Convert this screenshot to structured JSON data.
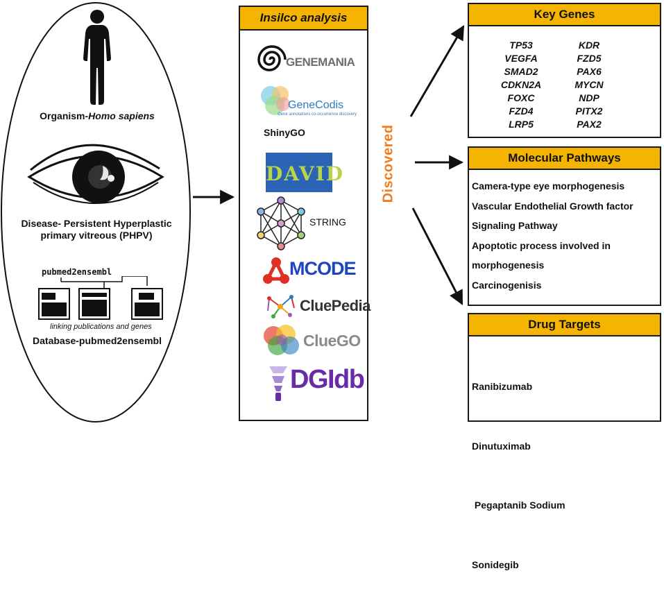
{
  "left_panel": {
    "organism_prefix": "Organism-",
    "organism_name": "Homo sapiens",
    "disease_line1": "Disease- Persistent Hyperplastic",
    "disease_line2": "primary vitreous (PHPV)",
    "pubmed_logo_title": "pubmed2ensembl",
    "pubmed_logo_tagline": "linking publications and genes",
    "database_label": "Database-pubmed2ensembl"
  },
  "middle_panel": {
    "header": "Insilco analysis",
    "tools": {
      "genemania": "GENEMANIA",
      "genecodis": "GeneCodis",
      "genecodis_tagline": "Gene annotations co-occurrence discovery",
      "shinygo": "ShinyGO",
      "david": "DAVID",
      "string": "STRING",
      "mcode": "MCODE",
      "cluepedia": "CluePedia",
      "cluego": "ClueGO",
      "dgidb": "DGIdb"
    }
  },
  "connector": {
    "label": "Discovered"
  },
  "key_genes": {
    "header": "Key Genes",
    "column1": [
      "TP53",
      "VEGFA",
      "SMAD2",
      "CDKN2A",
      "FOXC",
      "FZD4",
      "LRP5"
    ],
    "column2": [
      "KDR",
      "FZD5",
      "PAX6",
      "MYCN",
      "NDP",
      "PITX2",
      "PAX2"
    ]
  },
  "molecular_pathways": {
    "header": "Molecular Pathways",
    "items": [
      "Camera-type eye morphogenesis",
      "Vascular Endothelial Growth factor",
      "Signaling Pathway",
      "Apoptotic process involved in",
      "morphogenesis",
      "Carcinogenisis"
    ]
  },
  "drug_targets": {
    "header": "Drug Targets",
    "items": [
      "Ranibizumab",
      "Dinutuximab",
      " Pegaptanib Sodium",
      "Sonidegib"
    ]
  },
  "colors": {
    "header_fill": "#f4b400",
    "discovered_text": "#f07c1e",
    "border": "#1a1a1a",
    "genemania_gray": "#6d6d6d",
    "genecodis_blue": "#2b7bbd",
    "david_blue": "#2c64b5",
    "david_green": "#b8d44a",
    "mcode_blue": "#1d45c2",
    "mcode_red": "#e03024",
    "dgidb_purple": "#6a2ba8",
    "cluego_gray": "#8a8a8a"
  },
  "icons": [
    "human-silhouette-icon",
    "eye-icon",
    "pubmed2ensembl-logo",
    "genemania-logo",
    "genecodis-logo",
    "david-logo",
    "string-network-icon",
    "mcode-logo",
    "cluepedia-logo",
    "cluego-logo",
    "dgidb-logo"
  ]
}
